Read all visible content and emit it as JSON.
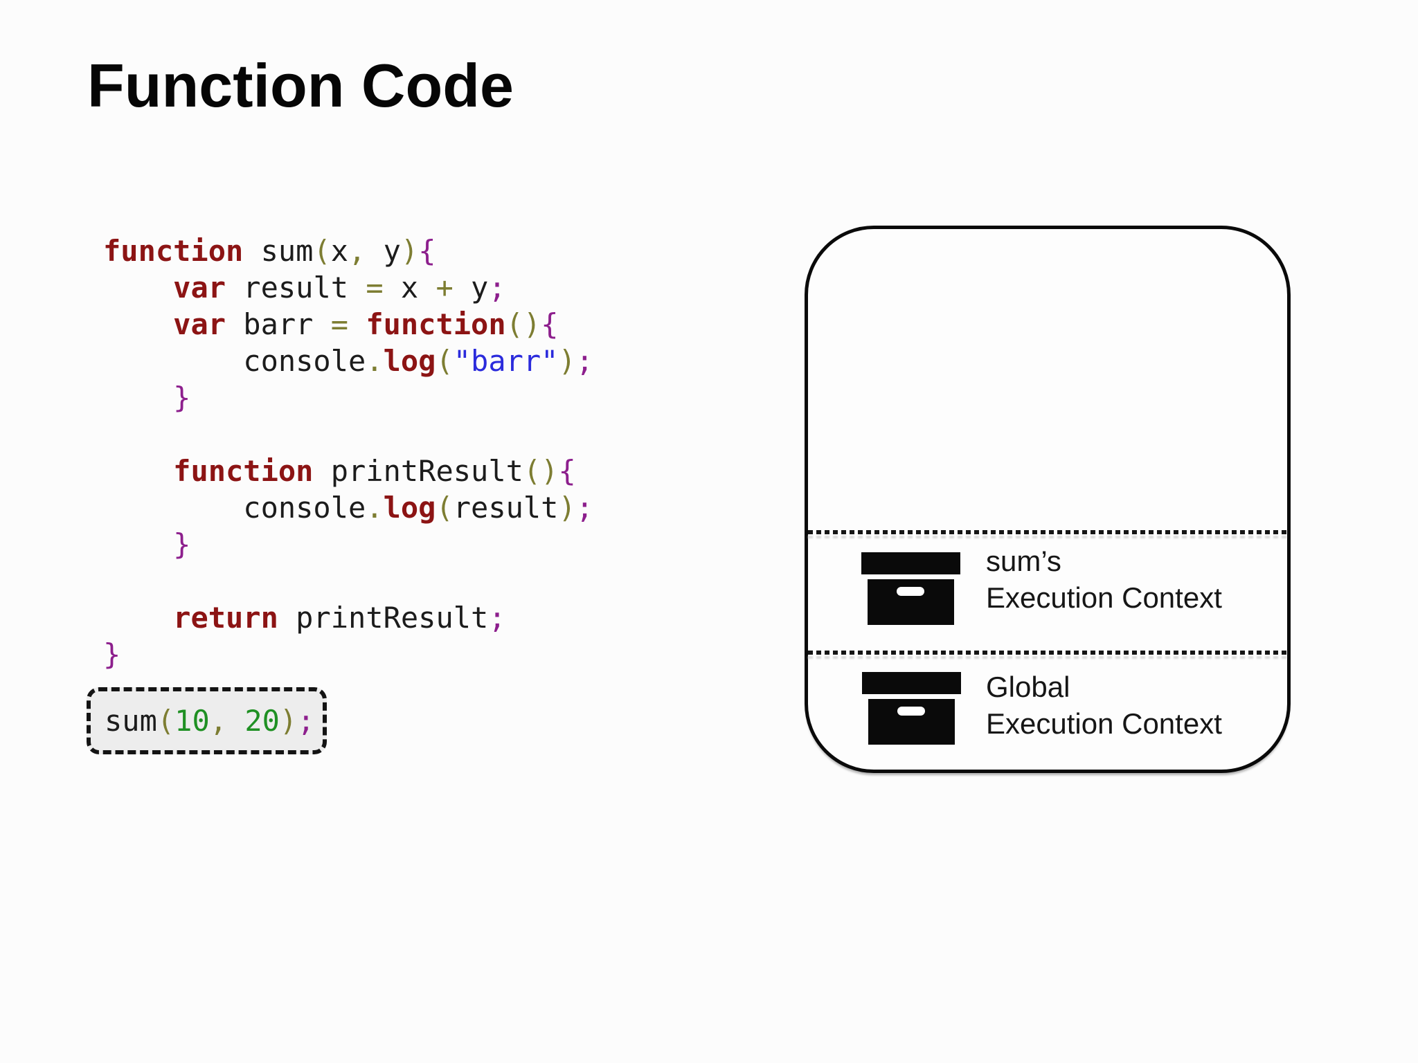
{
  "title": "Function Code",
  "colors": {
    "keyword": "#8c1414",
    "punct": "#7d7d32",
    "brace": "#8d1f8d",
    "string": "#2b2bdc",
    "number": "#1f9023",
    "plain": "#1c1c1c"
  },
  "code": {
    "lines": [
      [
        {
          "text": "function",
          "type": "keyword"
        },
        {
          "text": " sum",
          "type": "plain"
        },
        {
          "text": "(",
          "type": "punct"
        },
        {
          "text": "x",
          "type": "plain"
        },
        {
          "text": ",",
          "type": "punct"
        },
        {
          "text": " y",
          "type": "plain"
        },
        {
          "text": ")",
          "type": "punct"
        },
        {
          "text": "{",
          "type": "brace"
        }
      ],
      [
        {
          "text": "    ",
          "type": "plain"
        },
        {
          "text": "var",
          "type": "keyword"
        },
        {
          "text": " result ",
          "type": "plain"
        },
        {
          "text": "=",
          "type": "punct"
        },
        {
          "text": " x ",
          "type": "plain"
        },
        {
          "text": "+",
          "type": "punct"
        },
        {
          "text": " y",
          "type": "plain"
        },
        {
          "text": ";",
          "type": "brace"
        }
      ],
      [
        {
          "text": "    ",
          "type": "plain"
        },
        {
          "text": "var",
          "type": "keyword"
        },
        {
          "text": " barr ",
          "type": "plain"
        },
        {
          "text": "=",
          "type": "punct"
        },
        {
          "text": " ",
          "type": "plain"
        },
        {
          "text": "function",
          "type": "keyword"
        },
        {
          "text": "()",
          "type": "punct"
        },
        {
          "text": "{",
          "type": "brace"
        }
      ],
      [
        {
          "text": "        console",
          "type": "plain"
        },
        {
          "text": ".",
          "type": "punct"
        },
        {
          "text": "log",
          "type": "keyword"
        },
        {
          "text": "(",
          "type": "punct"
        },
        {
          "text": "\"barr\"",
          "type": "string"
        },
        {
          "text": ")",
          "type": "punct"
        },
        {
          "text": ";",
          "type": "brace"
        }
      ],
      [
        {
          "text": "    ",
          "type": "plain"
        },
        {
          "text": "}",
          "type": "brace"
        }
      ],
      [],
      [
        {
          "text": "    ",
          "type": "plain"
        },
        {
          "text": "function",
          "type": "keyword"
        },
        {
          "text": " printResult",
          "type": "plain"
        },
        {
          "text": "()",
          "type": "punct"
        },
        {
          "text": "{",
          "type": "brace"
        }
      ],
      [
        {
          "text": "        console",
          "type": "plain"
        },
        {
          "text": ".",
          "type": "punct"
        },
        {
          "text": "log",
          "type": "keyword"
        },
        {
          "text": "(",
          "type": "punct"
        },
        {
          "text": "result",
          "type": "plain"
        },
        {
          "text": ")",
          "type": "punct"
        },
        {
          "text": ";",
          "type": "brace"
        }
      ],
      [
        {
          "text": "    ",
          "type": "plain"
        },
        {
          "text": "}",
          "type": "brace"
        }
      ],
      [],
      [
        {
          "text": "    ",
          "type": "plain"
        },
        {
          "text": "return",
          "type": "keyword"
        },
        {
          "text": " printResult",
          "type": "plain"
        },
        {
          "text": ";",
          "type": "brace"
        }
      ],
      [
        {
          "text": "}",
          "type": "brace"
        }
      ]
    ]
  },
  "call_box": {
    "tokens": [
      {
        "text": "sum",
        "type": "plain"
      },
      {
        "text": "(",
        "type": "punct"
      },
      {
        "text": "10",
        "type": "number"
      },
      {
        "text": ",",
        "type": "punct"
      },
      {
        "text": " ",
        "type": "plain"
      },
      {
        "text": "20",
        "type": "number"
      },
      {
        "text": ")",
        "type": "punct"
      },
      {
        "text": ";",
        "type": "brace"
      }
    ]
  },
  "diagram": {
    "rows": [
      {
        "icon": "archive-box-icon",
        "label_lines": [
          "sum’s",
          "Execution Context"
        ]
      },
      {
        "icon": "archive-box-icon",
        "label_lines": [
          "Global",
          "Execution Context"
        ]
      }
    ]
  }
}
